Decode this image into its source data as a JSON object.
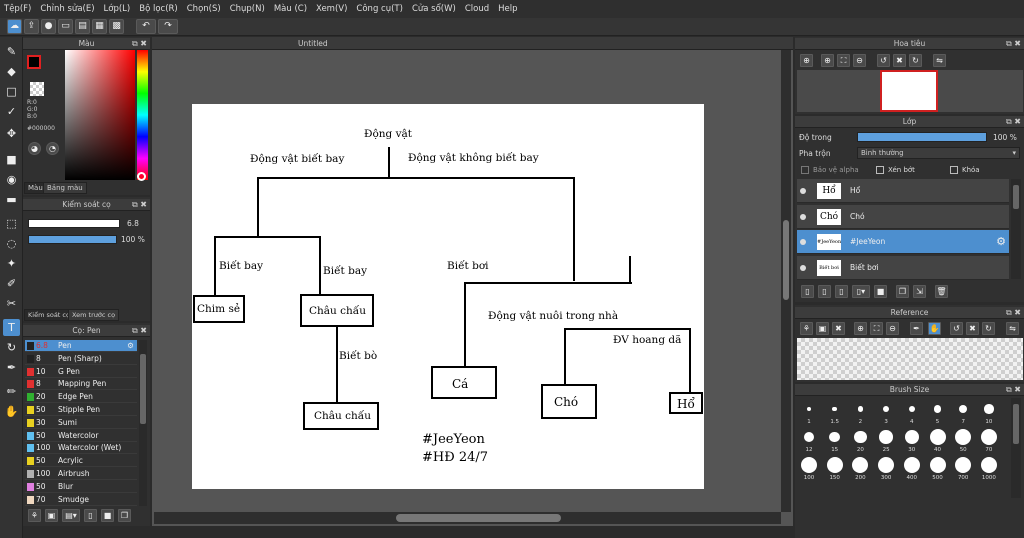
{
  "menu": [
    "Tệp(F)",
    "Chỉnh sửa(E)",
    "Lớp(L)",
    "Bộ lọc(R)",
    "Chọn(S)",
    "Chụp(N)",
    "Màu (C)",
    "Xem(V)",
    "Công cụ(T)",
    "Cửa sổ(W)",
    "Cloud",
    "Help"
  ],
  "canvas_tab": "Untitled",
  "color_panel": {
    "title": "Màu",
    "r": "R:0",
    "g": "G:0",
    "b": "B:0",
    "hex": "#000000",
    "tabs": [
      "Màu",
      "Bảng màu"
    ]
  },
  "brush_control": {
    "title": "Kiểm soát cọ",
    "size": "6.8",
    "opacity": "100 %",
    "tabs": [
      "Kiểm soát cọ",
      "Xem trước cọ"
    ]
  },
  "brush_list": {
    "title": "Cọ: Pen",
    "items": [
      {
        "size": "6.8",
        "name": "Pen",
        "color": "#222222"
      },
      {
        "size": "8",
        "name": "Pen (Sharp)",
        "color": "#222222"
      },
      {
        "size": "10",
        "name": "G Pen",
        "color": "#e03030"
      },
      {
        "size": "8",
        "name": "Mapping Pen",
        "color": "#e03030"
      },
      {
        "size": "20",
        "name": "Edge Pen",
        "color": "#30b030"
      },
      {
        "size": "50",
        "name": "Stipple Pen",
        "color": "#e8d020"
      },
      {
        "size": "30",
        "name": "Sumi",
        "color": "#e8d020"
      },
      {
        "size": "50",
        "name": "Watercolor",
        "color": "#60c0f0"
      },
      {
        "size": "100",
        "name": "Watercolor (Wet)",
        "color": "#60c0f0"
      },
      {
        "size": "50",
        "name": "Acrylic",
        "color": "#e8d020"
      },
      {
        "size": "100",
        "name": "Airbrush",
        "color": "#b0b0b0"
      },
      {
        "size": "50",
        "name": "Blur",
        "color": "#e080e0"
      },
      {
        "size": "70",
        "name": "Smudge",
        "color": "#f0d8c0"
      }
    ]
  },
  "drawing": {
    "root": "Động vật",
    "fly": "Động vật biết bay",
    "nofly": "Động vật không biết bay",
    "bietbay1": "Biết bay",
    "bietbay2": "Biết bay",
    "chimse": "Chim sẻ",
    "chauchau1": "Châu chấu",
    "bietbo": "Biết bò",
    "chauchau2": "Châu chấu",
    "bietboi": "Biết bơi",
    "nuoi": "Động vật nuôi trong nhà",
    "hoangda": "ĐV hoang dã",
    "ca": "Cá",
    "cho": "Chó",
    "ho": "Hổ",
    "sig1": "#JeeYeon",
    "sig2": "#HĐ 24/7"
  },
  "navigator": {
    "title": "Hoa tiêu"
  },
  "layers": {
    "title": "Lớp",
    "opacity_label": "Độ trong",
    "opacity": "100 %",
    "opacity_level": 1.0,
    "blend_label": "Pha trộn",
    "blend": "Bình thường",
    "protect": "Bảo vệ alpha",
    "clip": "Xén bớt",
    "lock": "Khóa",
    "items": [
      {
        "thumb": "Hổ",
        "name": "Hổ"
      },
      {
        "thumb": "Chó",
        "name": "Chó"
      },
      {
        "thumb": "#JeeYeon",
        "name": "#JeeYeon"
      },
      {
        "thumb": "Biết bơi",
        "name": "Biết bơi"
      }
    ]
  },
  "reference": {
    "title": "Reference"
  },
  "brush_size": {
    "title": "Brush Size",
    "sizes": [
      "1",
      "1.5",
      "2",
      "3",
      "4",
      "5",
      "7",
      "10",
      "12",
      "15",
      "20",
      "25",
      "30",
      "40",
      "50",
      "70",
      "100",
      "150",
      "200",
      "300",
      "400",
      "500",
      "700",
      "1000"
    ]
  },
  "accent": "#4d8fcf"
}
